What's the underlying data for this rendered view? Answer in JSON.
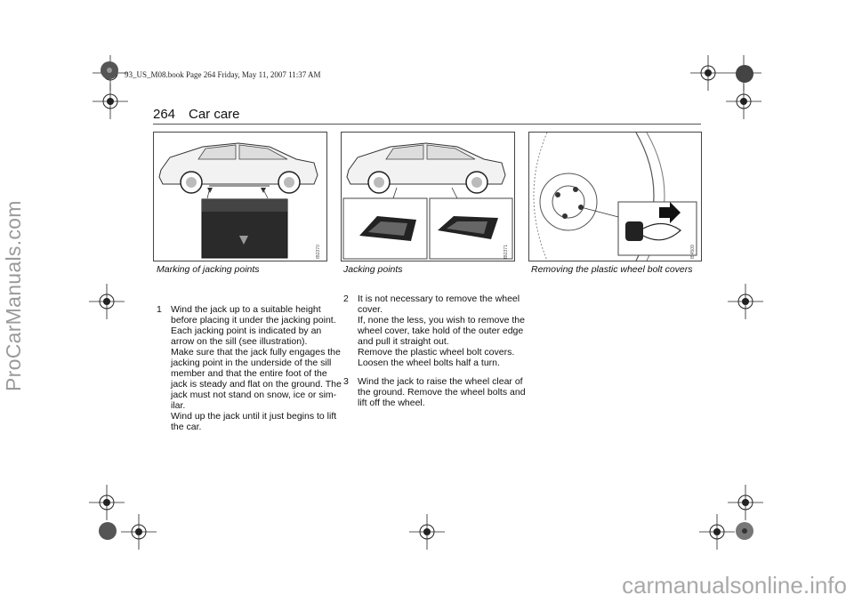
{
  "watermarks": {
    "side": "ProCarManuals.com",
    "bottom": "carmanualsonline.info"
  },
  "print_info": "93_US_M08.book  Page 264  Friday, May 11, 2007  11:37 AM",
  "header": {
    "page_number": "264",
    "section_title": "Car care"
  },
  "figures": [
    {
      "caption": "Marking of jacking points",
      "code": "IB2370"
    },
    {
      "caption": "Jacking points",
      "code": "IB2371"
    },
    {
      "caption": "Removing the plastic wheel bolt covers",
      "code": "IB4509"
    }
  ],
  "column1": [
    {
      "num": "1",
      "lines": [
        "Wind the jack up to a suitable height",
        "before placing it under the jacking point.",
        "Each jacking point is indicated by an",
        "arrow on the sill (see illustration).",
        "Make sure that the jack fully engages the",
        "jacking point in the underside of the sill",
        "member and that the entire foot of the",
        "jack is steady and flat on the ground. The",
        "jack must not stand on snow, ice or sim-",
        "ilar.",
        "Wind up the jack until it just begins to lift",
        "the car."
      ]
    }
  ],
  "column2": [
    {
      "num": "2",
      "lines": [
        "It is not necessary to remove the wheel",
        "cover.",
        "If, none the less, you wish to remove the",
        "wheel cover, take hold of the outer edge",
        "and pull it straight out.",
        "Remove the plastic wheel bolt covers.",
        "Loosen the wheel bolts half a turn."
      ]
    },
    {
      "num": "3",
      "lines": [
        "Wind the jack to raise the wheel clear of",
        "the ground. Remove the wheel bolts and",
        "lift off the wheel."
      ]
    }
  ],
  "icons": [
    "registration-mark-icon",
    "color-bar-icon",
    "car-side-illustration",
    "jacking-point-illustration",
    "wheel-bolt-cover-illustration"
  ]
}
